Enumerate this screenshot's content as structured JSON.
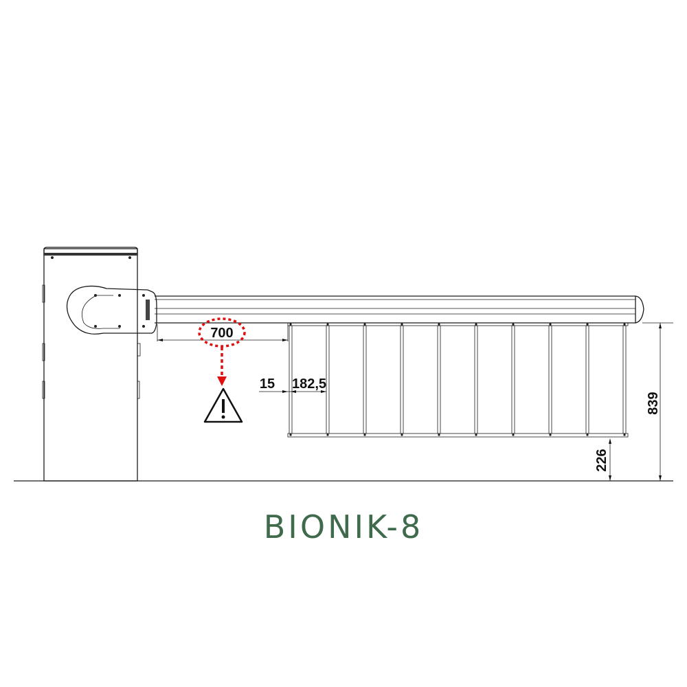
{
  "title": "BIONIK-8",
  "dimensions": {
    "arm_offset": "700",
    "gap": "15",
    "picket_spacing": "182,5",
    "total_height": "839",
    "ground_clearance": "226"
  },
  "colors": {
    "title": "#3f6b4c",
    "warning_highlight": "#e01010",
    "lines": "#1a1a1a"
  },
  "icons": [
    "warning-triangle-icon"
  ]
}
